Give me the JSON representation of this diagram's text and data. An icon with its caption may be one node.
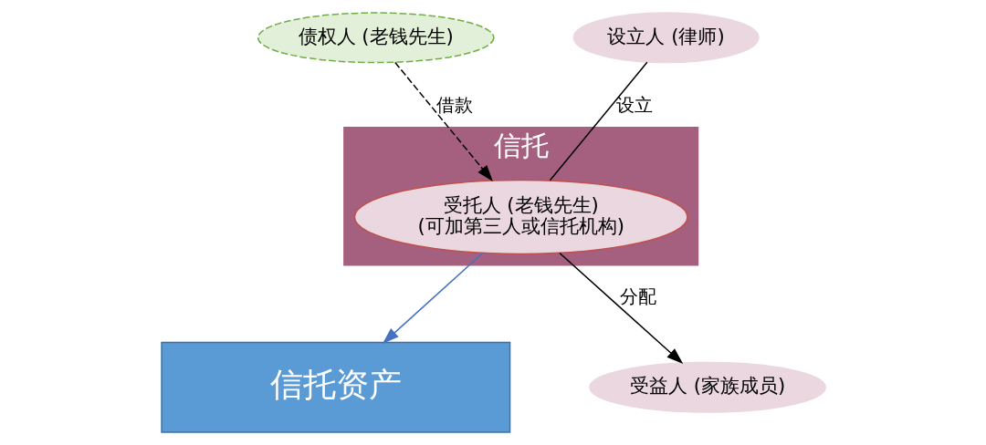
{
  "diagram": {
    "nodes": [
      {
        "text": [
          "债权人 (老钱先生)"
        ]
      },
      {
        "text": [
          "信托"
        ]
      },
      {
        "text": [
          "受托人 (老钱先生)",
          "(可加第三人或信托机构)"
        ],
        "in": 1
      },
      {
        "text": [
          "设立人 (律师)"
        ]
      },
      {
        "text": [
          "信托资产"
        ]
      },
      {
        "text": [
          "受益人 (家族成员)"
        ]
      }
    ],
    "edges": [
      {
        "from": 0,
        "to": 2,
        "arrow": "to",
        "label": "借款",
        "style": "dashed"
      },
      {
        "from": 3,
        "to": 2,
        "arrow": "none",
        "label": "设立"
      },
      {
        "from": 2,
        "to": 5,
        "arrow": "to",
        "label": "分配"
      },
      {
        "from": 2,
        "to": 4,
        "arrow": "to",
        "color": "#4472c4"
      }
    ]
  }
}
